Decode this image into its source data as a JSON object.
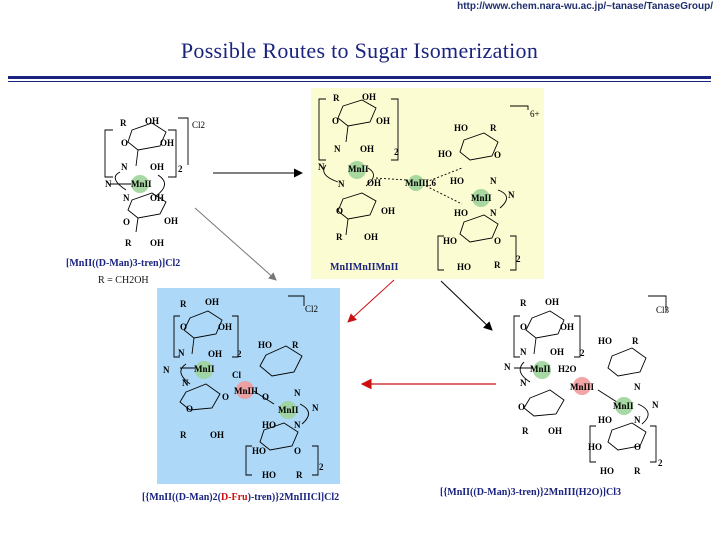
{
  "header": {
    "url": "http://www.chem.nara-wu.ac.jp/~tanase/TanaseGroup/",
    "title": "Possible Routes to Sugar Isomerization"
  },
  "structures": {
    "a": {
      "label": "[MnII((D-Man)3-tren)]Cl2",
      "note": "R = CH2OH"
    },
    "b": {
      "label": "MnIIMnIIMnII"
    },
    "c": {
      "label": "[{MnII((D-Man)2(D-Fru)-tren)}2MnIIICl]Cl2"
    },
    "d": {
      "label": "[{MnII((D-Man)3-tren)}2MnIII(H2O)]Cl3"
    }
  },
  "atom_labels": {
    "R": "R",
    "OH": "OH",
    "HO": "HO",
    "O": "O",
    "N": "N",
    "Cl": "Cl",
    "Cl2": "Cl2",
    "Cl3": "Cl3",
    "six_plus": "6+",
    "two": "2",
    "MnII": "MnII",
    "MnIII": "MnIII",
    "MnIIL6": "MnIIL6",
    "H2O": "H2O"
  },
  "colors": {
    "title": "#1a237e",
    "fru_red": "#cc1111",
    "panel_yellow": "#fcfcd2",
    "panel_blue": "#add8f7"
  }
}
